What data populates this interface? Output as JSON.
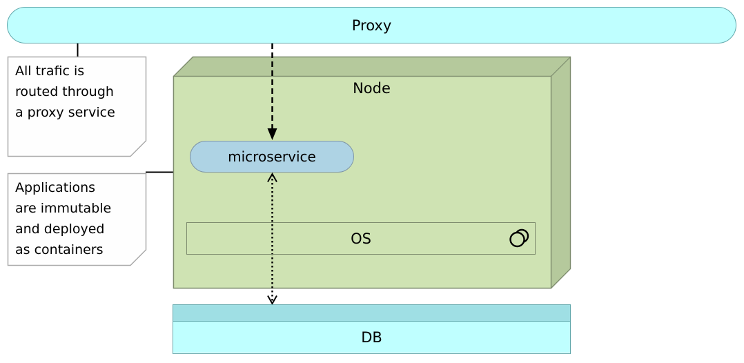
{
  "proxy": {
    "label": "Proxy"
  },
  "node": {
    "label": "Node"
  },
  "microservice": {
    "label": "microservice"
  },
  "os": {
    "label": "OS"
  },
  "db": {
    "label": "DB"
  },
  "note_proxy": {
    "text": "All trafic is\nrouted through\na proxy service"
  },
  "note_apps": {
    "text": "Applications\nare immutable\nand deployed\nas containers"
  },
  "colors": {
    "cyan_fill": "#bfffff",
    "cyan_border": "#62a8ac",
    "green_front": "#cfe3b3",
    "green_side": "#b5c99c",
    "green_border": "#7e8c6e",
    "blue_fill": "#aed3e4",
    "blue_border": "#7e95a6",
    "note_fill": "#fefefe",
    "note_border": "#aaaaaa",
    "db_band": "#9fdfe4",
    "line": "#000000"
  }
}
